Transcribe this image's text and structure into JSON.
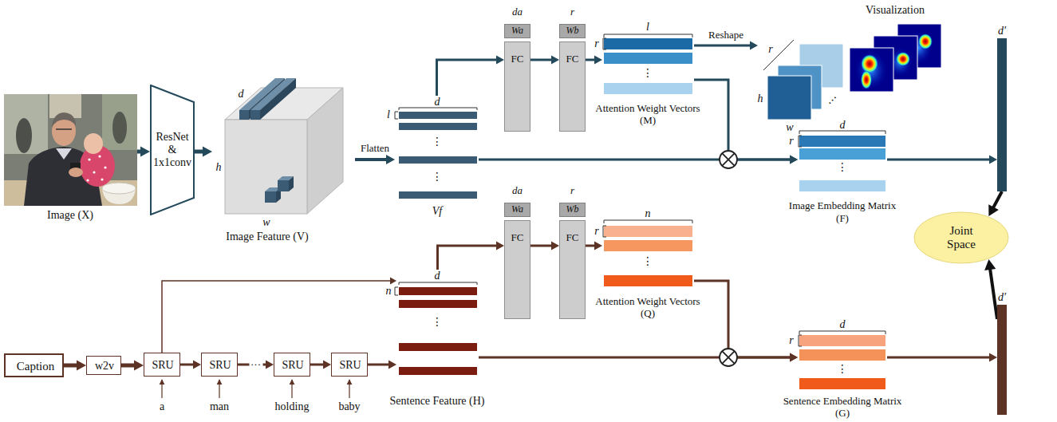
{
  "diagram": {
    "nodes": [
      {
        "text": [
          "Image (X)"
        ]
      },
      {
        "text": [
          "ResNet & 1x1conv"
        ]
      },
      {
        "text": [
          "Image Feature (V)"
        ]
      },
      {
        "text": [
          "Vf"
        ]
      },
      {
        "text": [
          "da",
          "Wa",
          "FC"
        ]
      },
      {
        "text": [
          "r",
          "Wb",
          "FC"
        ]
      },
      {
        "text": [
          "Attention Weight Vectors",
          "(M)"
        ]
      },
      {
        "text": [
          "Visualization"
        ]
      },
      {
        "text": [
          "Image Embedding Matrix",
          "(F)"
        ]
      },
      {
        "text": [
          "d′"
        ]
      },
      {
        "text": [
          "Caption"
        ]
      },
      {
        "text": [
          "w2v"
        ]
      },
      {
        "text": [
          "SRU"
        ]
      },
      {
        "text": [
          "SRU"
        ]
      },
      {
        "text": [
          "SRU"
        ]
      },
      {
        "text": [
          "SRU"
        ]
      },
      {
        "text": [
          "Sentence Feature (H)"
        ]
      },
      {
        "text": [
          "da",
          "Wa",
          "FC"
        ]
      },
      {
        "text": [
          "r",
          "Wb",
          "FC"
        ]
      },
      {
        "text": [
          "Attention Weight Vectors",
          "(Q)"
        ]
      },
      {
        "text": [
          "Sentence Embedding Matrix",
          "(G)"
        ]
      },
      {
        "text": [
          "d′"
        ]
      },
      {
        "text": [
          "Joint Space"
        ]
      }
    ],
    "edges": [
      {
        "from": 0,
        "to": 1,
        "arrow": "to"
      },
      {
        "from": 1,
        "to": 2,
        "arrow": "to"
      },
      {
        "from": 2,
        "to": 3,
        "label": "Flatten",
        "arrow": "to"
      },
      {
        "from": 3,
        "to": 4,
        "arrow": "to"
      },
      {
        "from": 4,
        "to": 5,
        "arrow": "to"
      },
      {
        "from": 5,
        "to": 6,
        "arrow": "to"
      },
      {
        "from": 6,
        "to": 7,
        "label": "Reshape",
        "arrow": "to"
      },
      {
        "from": 3,
        "to": 8,
        "arrow": "to"
      },
      {
        "from": 6,
        "to": 8,
        "arrow": "to"
      },
      {
        "from": 8,
        "to": 9,
        "arrow": "to"
      },
      {
        "from": 9,
        "to": 22,
        "arrow": "to"
      },
      {
        "from": 10,
        "to": 11,
        "arrow": "to"
      },
      {
        "from": 11,
        "to": 12,
        "arrow": "to"
      },
      {
        "from": 12,
        "to": 13,
        "arrow": "to"
      },
      {
        "from": 13,
        "to": 14,
        "label": "···",
        "arrow": "to"
      },
      {
        "from": 14,
        "to": 15,
        "arrow": "to"
      },
      {
        "from": 15,
        "to": 16,
        "arrow": "to"
      },
      {
        "from": 12,
        "to": 16,
        "arrow": "to"
      },
      {
        "from": 16,
        "to": 17,
        "arrow": "to"
      },
      {
        "from": 17,
        "to": 18,
        "arrow": "to"
      },
      {
        "from": 18,
        "to": 19,
        "arrow": "to"
      },
      {
        "from": 16,
        "to": 20,
        "arrow": "to"
      },
      {
        "from": 19,
        "to": 20,
        "arrow": "to"
      },
      {
        "from": 20,
        "to": 21,
        "arrow": "to"
      },
      {
        "from": 21,
        "to": 22,
        "arrow": "to"
      }
    ],
    "labels": [
      "d",
      "h",
      "w",
      "d",
      "l",
      "⋮",
      "⋮",
      "l",
      "r",
      "⋮",
      "r",
      "h",
      "w",
      "⋯",
      "d",
      "r",
      "⋮",
      "a",
      "man",
      "holding",
      "baby",
      "d",
      "n",
      "⋮",
      "n",
      "r",
      "⋮",
      "d",
      "r",
      "⋮"
    ]
  }
}
